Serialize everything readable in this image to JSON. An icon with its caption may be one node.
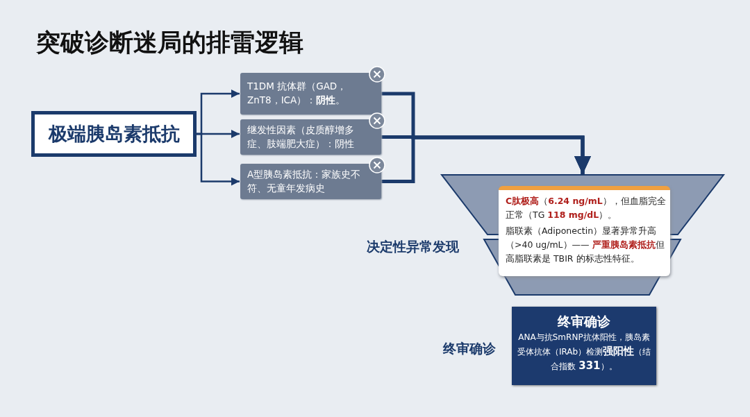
{
  "diagram": {
    "title": "突破诊断迷局的排雷逻辑",
    "nodes": [
      {
        "text": [
          "极端胰岛素抵抗"
        ]
      },
      {
        "text": [
          "T1DM 抗体群（GAD，ZnT8，ICA）：**阴性**。"
        ]
      },
      {
        "text": [
          "继发性因素（皮质醇增多症、肢端肥大症）：阴性"
        ]
      },
      {
        "text": [
          "A型胰岛素抵抗：家族史不符、无童年发病史"
        ]
      },
      {
        "text": [],
        "shape": "funnel"
      },
      {
        "text": [
          "**C肽极高**（**6.24 ng/mL**），但血脂完全正常（TG **118 mg/dL**）。",
          "脂联素（Adiponectin）显著异常升高（>40 ug/mL）—— **严重胰岛素抵抗**但高脂联素是 TBIR 的标志性特征。"
        ],
        "in": 4
      },
      {
        "text": [
          "终审确诊",
          "ANA与抗SmRNP抗体阳性，胰岛素受体抗体（IRAb）检测**强阳性**（结合指数 **331**）。"
        ]
      }
    ],
    "edges": [
      {
        "from": 0,
        "to": 1,
        "arrow": "to"
      },
      {
        "from": 0,
        "to": 2,
        "arrow": "to"
      },
      {
        "from": 0,
        "to": 3,
        "arrow": "to"
      },
      {
        "from": 1,
        "to": 4,
        "arrow": "to",
        "style": "thick"
      },
      {
        "from": 2,
        "to": 4,
        "arrow": "to",
        "style": "thick"
      },
      {
        "from": 3,
        "to": 4,
        "arrow": "to",
        "style": "thick"
      }
    ],
    "labels": [
      "决定性异常发现",
      "终审确诊"
    ]
  }
}
